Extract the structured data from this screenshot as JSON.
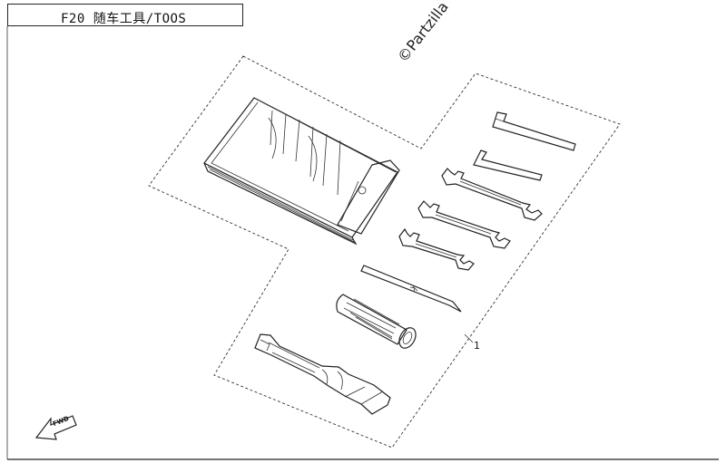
{
  "title": "F20 随车工具/TOOS",
  "watermark": "©Partzilla",
  "callout_number": "1",
  "direction_label": "FWD",
  "icons": [
    "tool-bag-icon",
    "hex-key-icon",
    "open-end-wrench-icon",
    "screwdriver-shaft-icon",
    "screwdriver-handle-icon",
    "socket-wrench-icon",
    "forward-arrow-icon"
  ]
}
